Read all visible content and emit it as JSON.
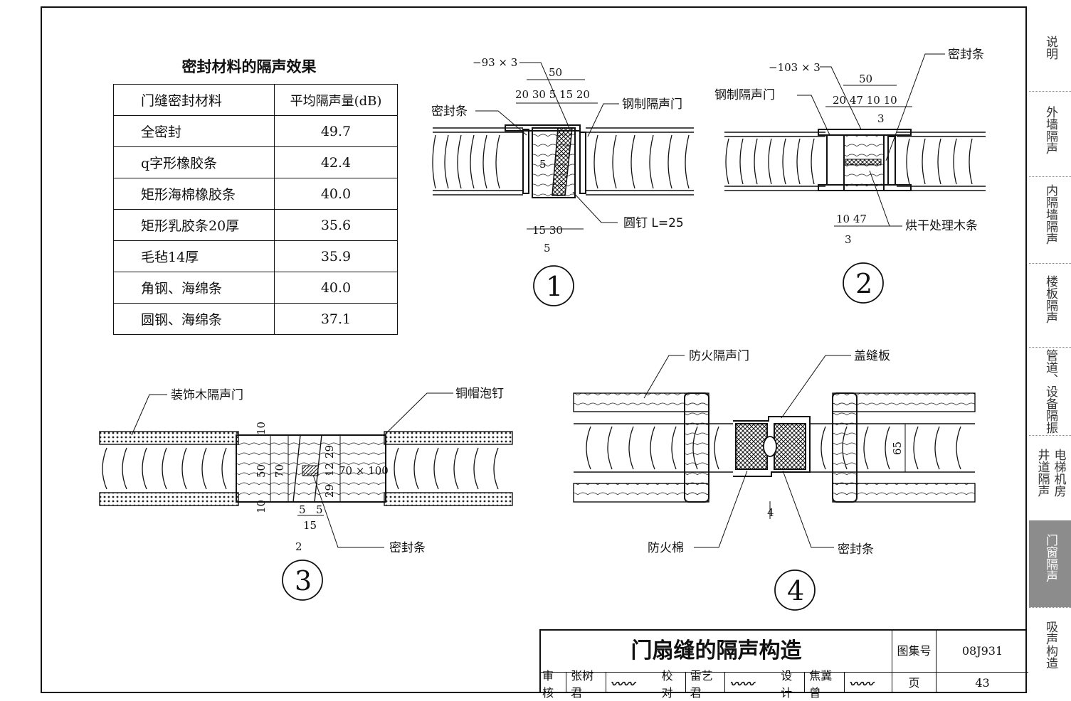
{
  "table": {
    "title": "密封材料的隔声效果",
    "headers": [
      "门缝密封材料",
      "平均隔声量(dB)"
    ],
    "rows": [
      {
        "material": "全密封",
        "value": "49.7"
      },
      {
        "material": "q字形橡胶条",
        "value": "42.4"
      },
      {
        "material": "矩形海棉橡胶条",
        "value": "40.0"
      },
      {
        "material": "矩形乳胶条20厚",
        "value": "35.6"
      },
      {
        "material": "毛毡14厚",
        "value": "35.9"
      },
      {
        "material": "角钢、海绵条",
        "value": "40.0"
      },
      {
        "material": "圆钢、海绵条",
        "value": "37.1"
      }
    ]
  },
  "details": {
    "d1": {
      "number": "1",
      "angle": "−93 × 3",
      "seal": "密封条",
      "door": "钢制隔声门",
      "nail": "圆钉 L=25",
      "dims": {
        "overall": "50",
        "top": "20  30 5 15 20",
        "bottom": "15   30",
        "bottom2": "5",
        "side": "5"
      }
    },
    "d2": {
      "number": "2",
      "angle": "−103 × 3",
      "seal": "密封条",
      "door": "钢制隔声门",
      "wood": "烘干处理木条",
      "dims": {
        "overall": "50",
        "top": "20   47   10 10",
        "mid": "3",
        "bottom": "10   47",
        "bottom2": "3"
      }
    },
    "d3": {
      "number": "3",
      "door": "装饰木隔声门",
      "nail": "铜帽泡钉",
      "seal": "密封条",
      "dims": {
        "d10a": "10",
        "d50": "50",
        "d70": "70",
        "d10b": "10",
        "d29": "29",
        "d12": "12",
        "d29b": "29",
        "d70x100": "70 × 100",
        "d5a": "5",
        "d5b": "5",
        "d15": "15",
        "d2": "2"
      }
    },
    "d4": {
      "number": "4",
      "door": "防火隔声门",
      "plate": "盖缝板",
      "cotton": "防火棉",
      "seal": "密封条",
      "dims": {
        "d65": "65",
        "d4": "4"
      }
    }
  },
  "title_block": {
    "title": "门扇缝的隔声构造",
    "atlas_label": "图集号",
    "atlas_no": "08J931",
    "page_label": "页",
    "page_no": "43",
    "review_label": "审核",
    "reviewer": "张树君",
    "check_label": "校对",
    "checker": "雷艺君",
    "design_label": "设计",
    "designer": "焦冀曾"
  },
  "sidebar": {
    "tabs": [
      {
        "label": "说明"
      },
      {
        "label": "外墙隔声"
      },
      {
        "label": "内隔墙隔声"
      },
      {
        "label": "楼板隔声"
      },
      {
        "label": "管道、设备隔振"
      },
      {
        "label_a": "电梯机房",
        "label_b": "井道隔声"
      },
      {
        "label": "门窗隔声",
        "active": true
      },
      {
        "label": "吸声构造"
      }
    ]
  }
}
